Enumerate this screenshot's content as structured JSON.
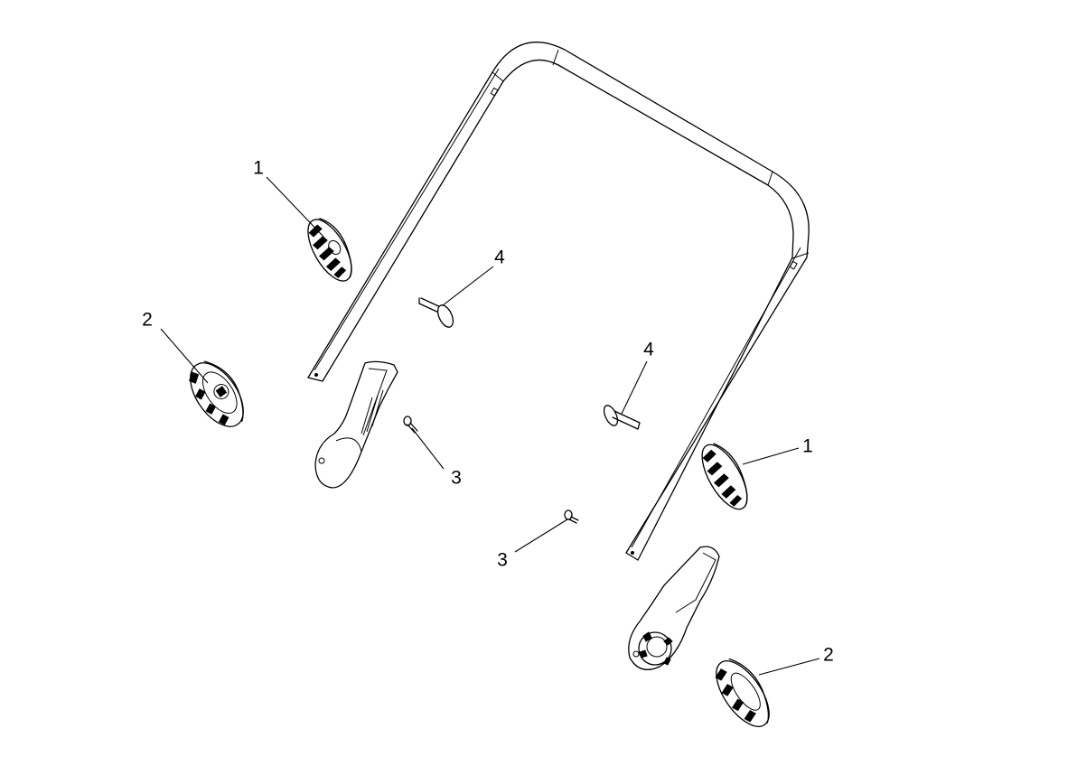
{
  "callouts": [
    {
      "id": "knob-left-upper",
      "label": "1"
    },
    {
      "id": "knob-right-upper",
      "label": "1"
    },
    {
      "id": "knob-left-lower",
      "label": "2"
    },
    {
      "id": "knob-right-lower",
      "label": "2"
    },
    {
      "id": "screw-left",
      "label": "3"
    },
    {
      "id": "screw-right",
      "label": "3"
    },
    {
      "id": "bolt-left",
      "label": "4"
    },
    {
      "id": "bolt-right",
      "label": "4"
    }
  ]
}
